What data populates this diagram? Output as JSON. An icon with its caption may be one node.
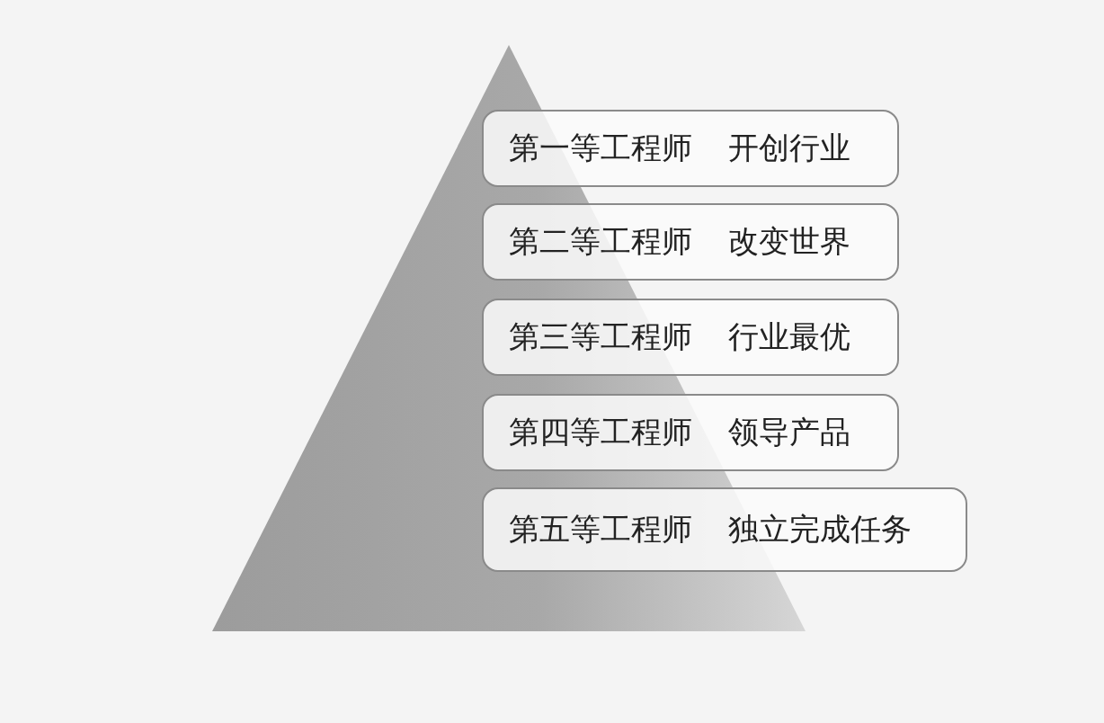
{
  "diagram": {
    "nodes": [
      {
        "text": [],
        "shape": "triangle"
      },
      {
        "text": [
          "第一等工程师",
          "开创行业"
        ]
      },
      {
        "text": [
          "第二等工程师",
          "改变世界"
        ]
      },
      {
        "text": [
          "第三等工程师",
          "行业最优"
        ]
      },
      {
        "text": [
          "第四等工程师",
          "领导产品"
        ]
      },
      {
        "text": [
          "第五等工程师",
          "独立完成任务"
        ]
      }
    ]
  }
}
